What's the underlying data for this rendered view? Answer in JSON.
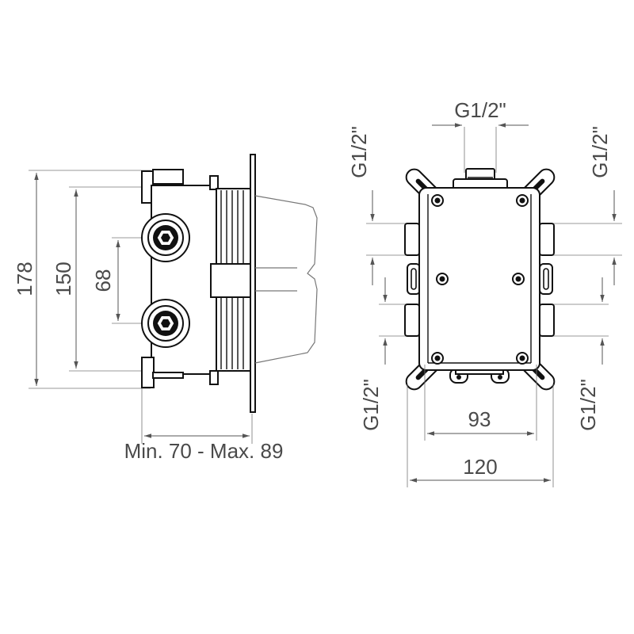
{
  "side_view": {
    "height_total": "178",
    "height_inner": "150",
    "port_spacing": "68",
    "depth_range": "Min. 70 - Max. 89"
  },
  "front_view": {
    "top_port": "G1/2\"",
    "upper_left_port": "G1/2\"",
    "upper_right_port": "G1/2\"",
    "lower_left_port": "G1/2\"",
    "lower_right_port": "G1/2\"",
    "hole_spacing": "93",
    "overall_width": "120"
  }
}
